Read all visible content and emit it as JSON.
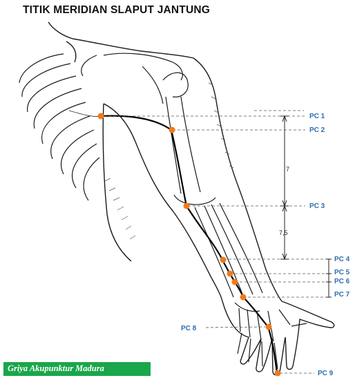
{
  "title": "TITIK MERIDIAN SLAPUT JANTUNG",
  "points": [
    {
      "label": "PC 1"
    },
    {
      "label": "PC 2"
    },
    {
      "label": "PC 3"
    },
    {
      "label": "PC 4"
    },
    {
      "label": "PC 5"
    },
    {
      "label": "PC 6"
    },
    {
      "label": "PC 7"
    },
    {
      "label": "PC 8"
    },
    {
      "label": "PC 9"
    }
  ],
  "measurements": {
    "upper_arm": "7",
    "forearm": "7,5"
  },
  "watermark": "Griya Akupunktur Madura",
  "colors": {
    "point": "#f07a1a",
    "label": "#2a6fb0",
    "meridian": "#000000",
    "watermark_bg": "#1aa64a"
  }
}
